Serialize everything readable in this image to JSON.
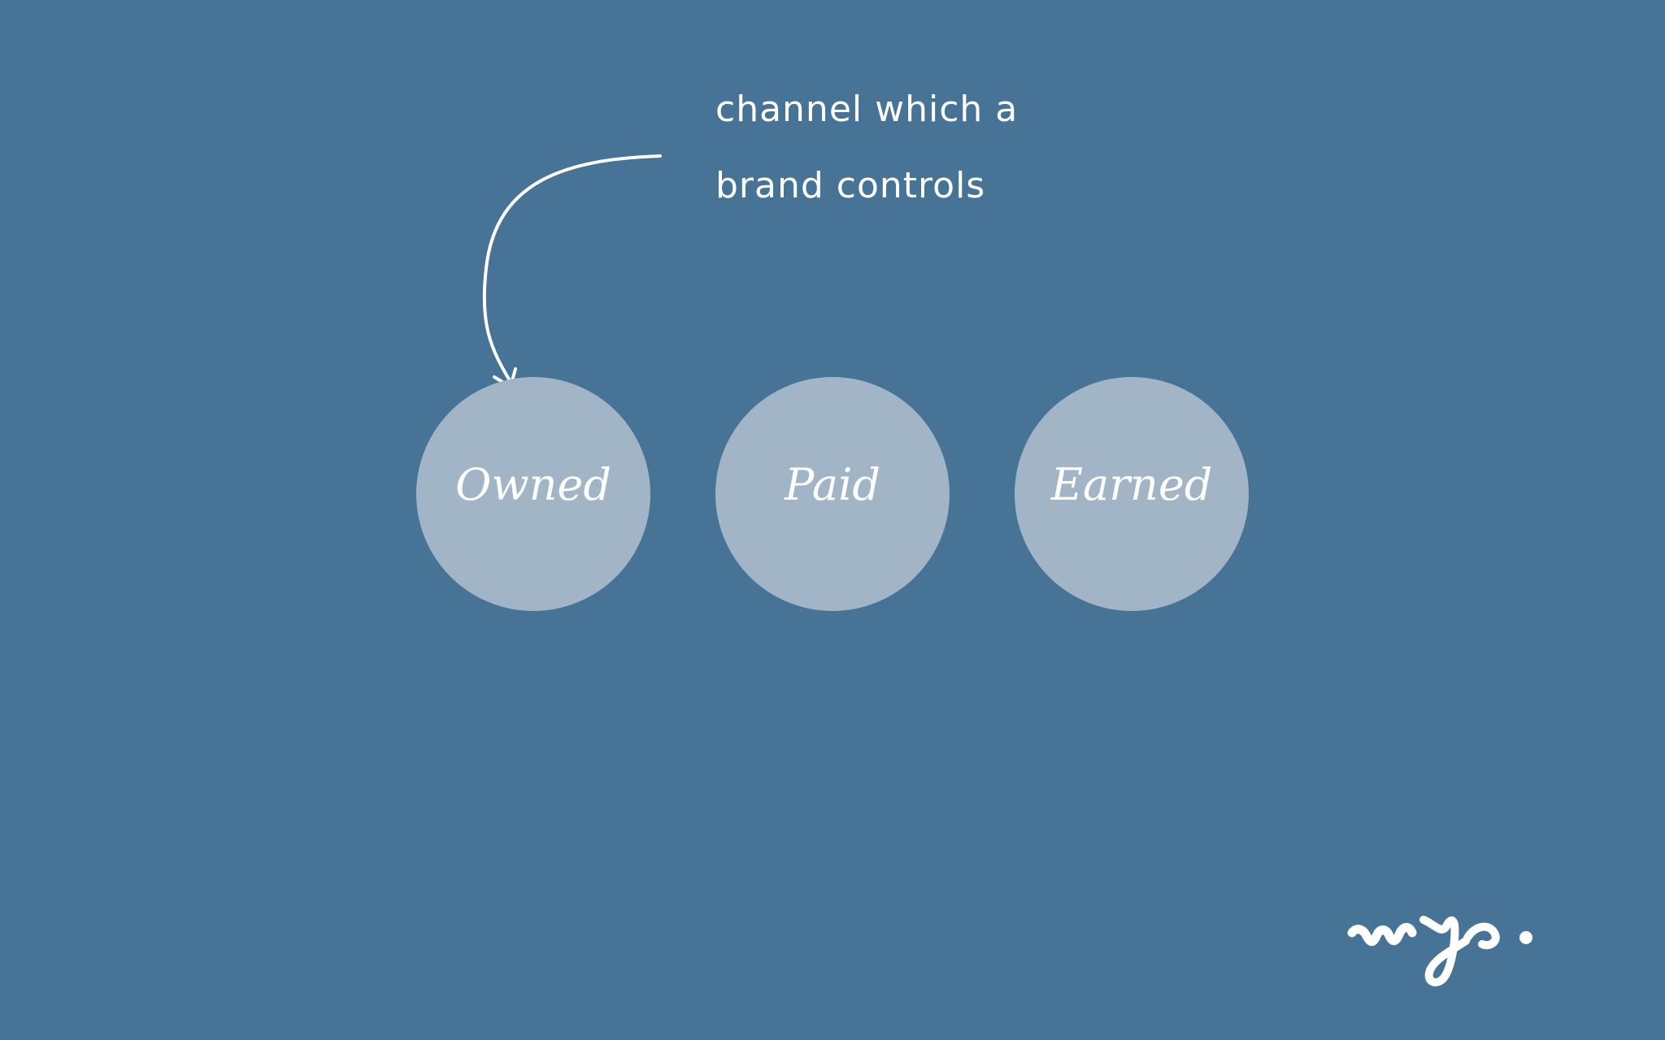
{
  "annotation": {
    "line1": "channel which a",
    "line2": "brand controls"
  },
  "circles": [
    {
      "label": "Owned"
    },
    {
      "label": "Paid"
    },
    {
      "label": "Earned"
    }
  ],
  "colors": {
    "background": "#467396",
    "circle_fill": "#a1b5c7",
    "text": "#ffffff"
  },
  "icons": {
    "pointer": "curved-arrow-icon",
    "brand": "logo-icon"
  }
}
